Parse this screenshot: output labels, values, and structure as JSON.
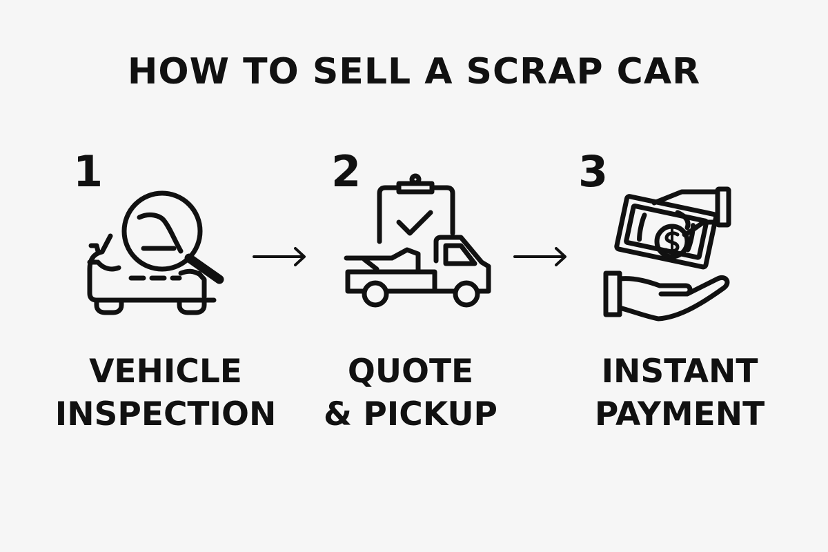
{
  "title": "HOW TO SELL A SCRAP CAR",
  "colors": {
    "background": "#f6f6f6",
    "ink": "#111111"
  },
  "steps": [
    {
      "number": "1",
      "label_line1": "VEHICLE",
      "label_line2": "INSPECTION",
      "icon": "car-inspection-icon"
    },
    {
      "number": "2",
      "label_line1": "QUOTE",
      "label_line2": "& PICKUP",
      "icon": "tow-truck-clipboard-icon"
    },
    {
      "number": "3",
      "label_line1": "INSTANT",
      "label_line2": "PAYMENT",
      "icon": "cash-payment-icon"
    }
  ],
  "connector_icon": "right-arrow-icon"
}
